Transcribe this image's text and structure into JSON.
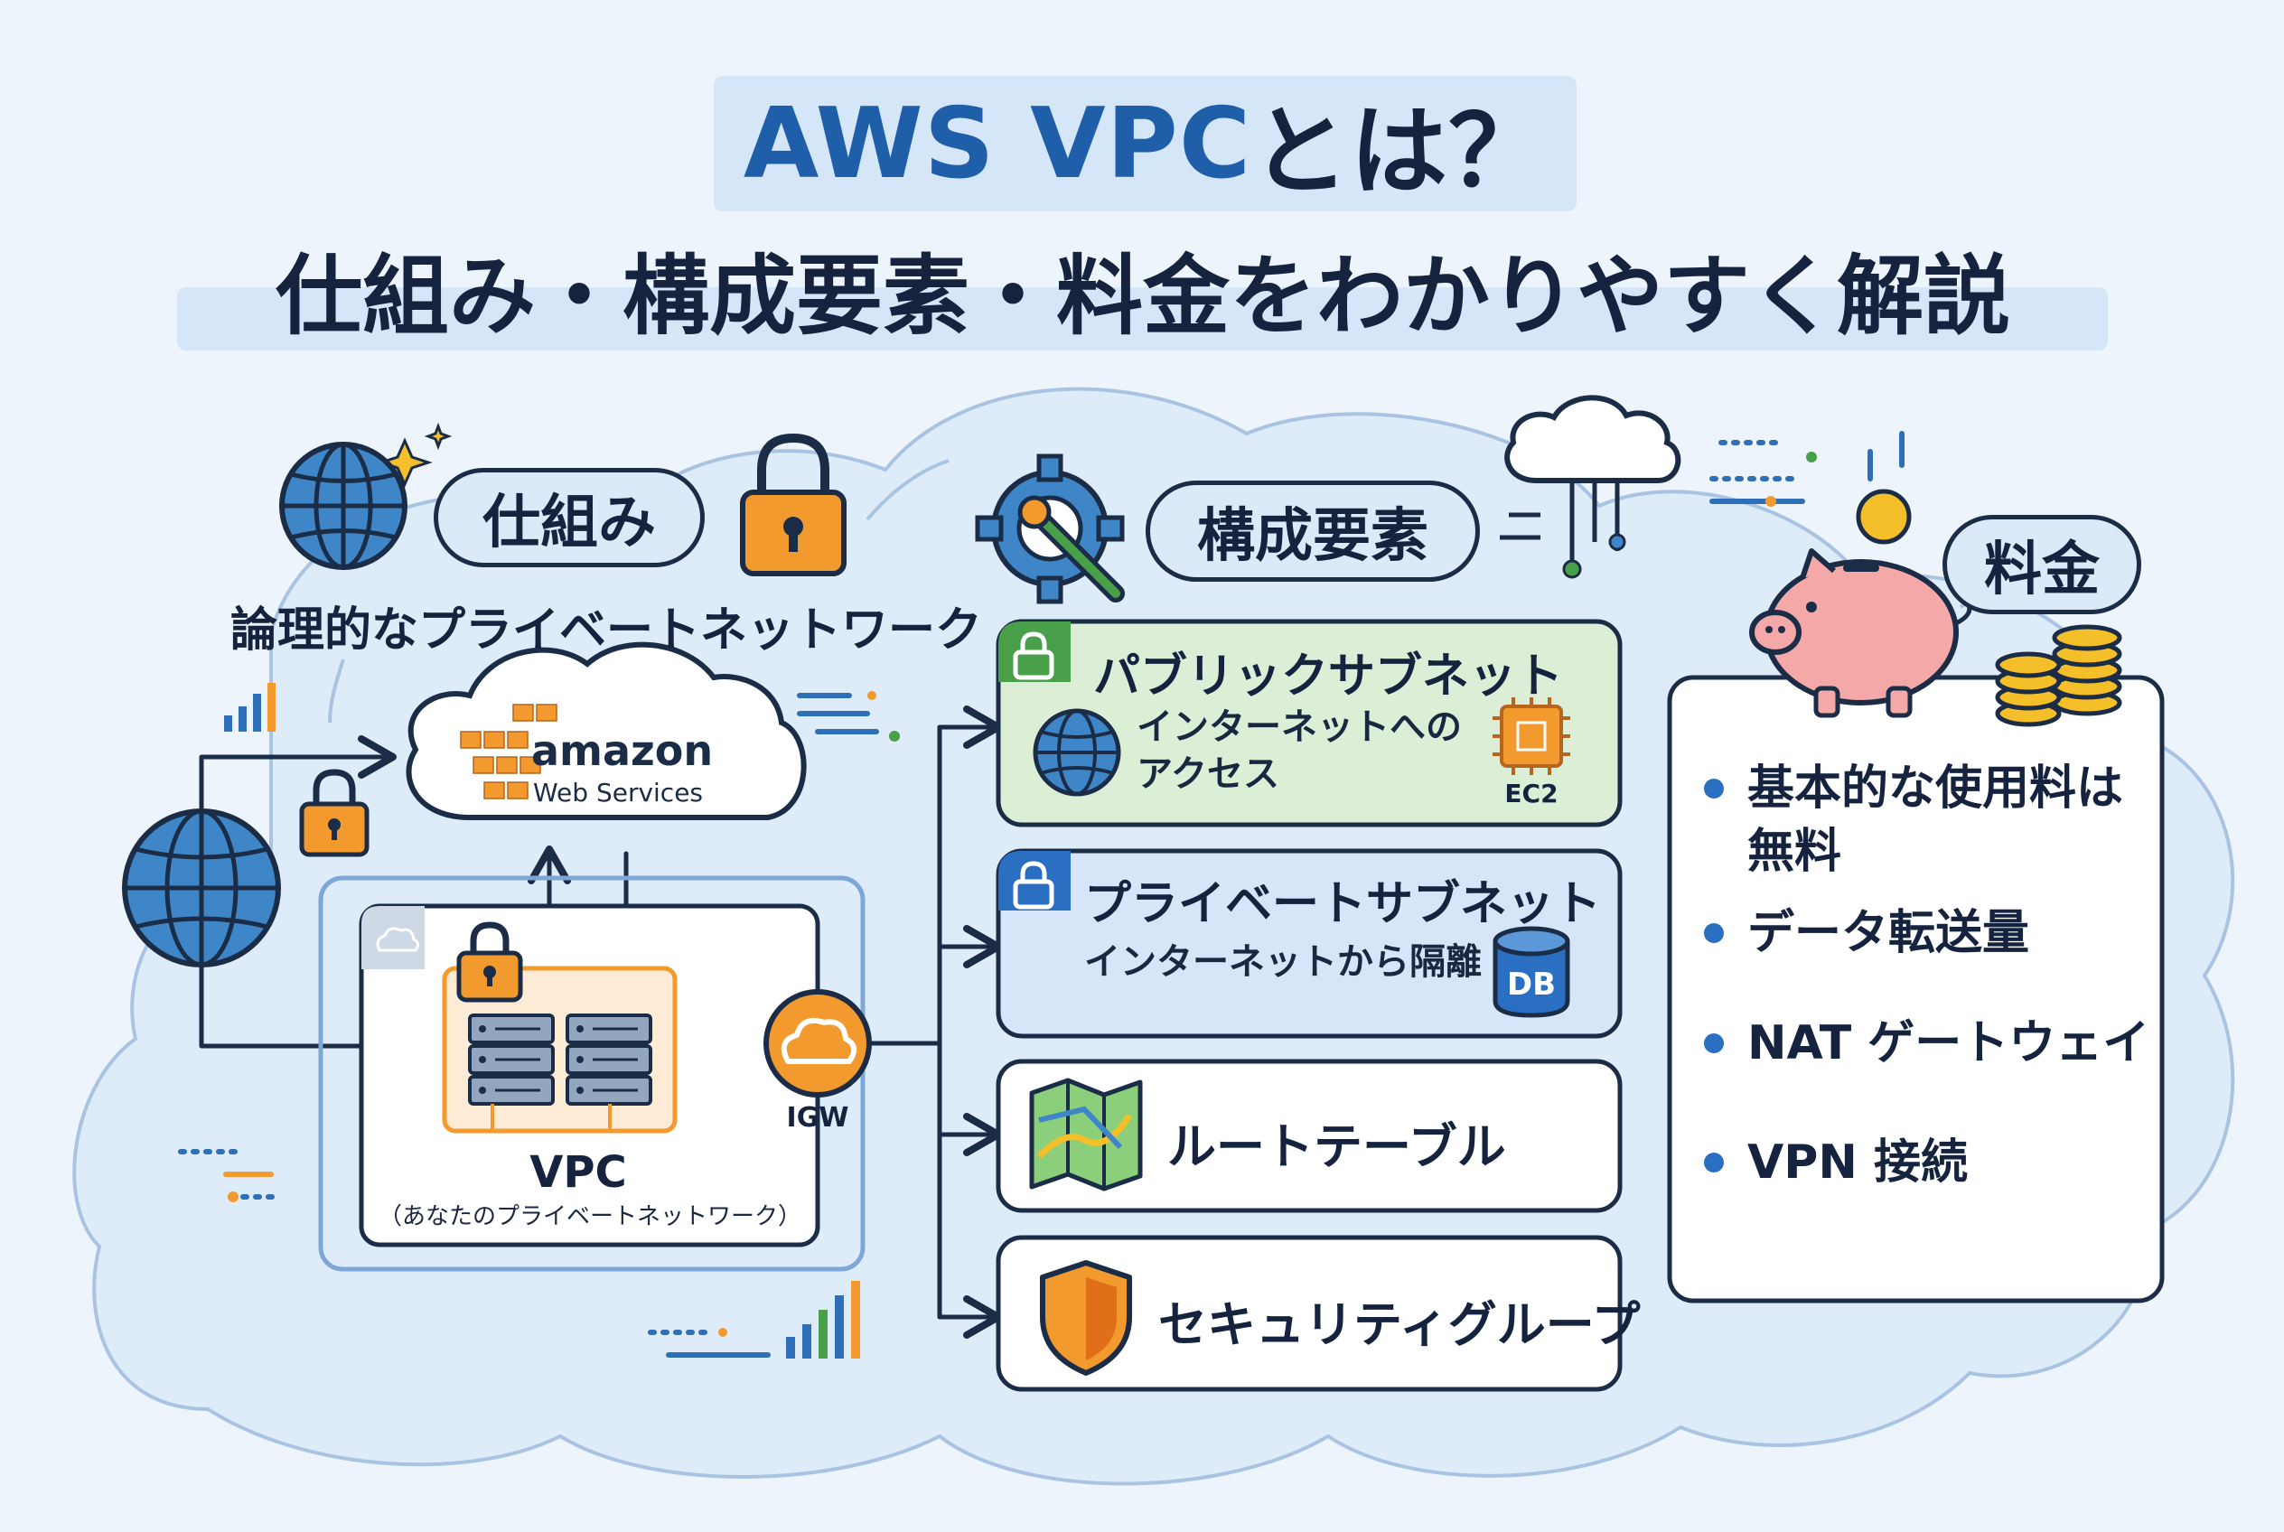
{
  "title": {
    "line1_blue": "AWS VPC",
    "line1_dark": "とは？",
    "line2": "仕組み・構成要素・料金をわかりやすく解説"
  },
  "mechanism": {
    "pill_label": "仕組み",
    "caption": "論理的なプライベートネットワーク",
    "aws_logo_main": "amazon",
    "aws_logo_sub": "Web Services",
    "vpc_label": "VPC",
    "vpc_sub": "（あなたのプライベートネットワーク）",
    "igw_label": "IGW"
  },
  "components": {
    "pill_label": "構成要素",
    "public_subnet": {
      "title": "パブリックサブネット",
      "desc_line1": "インターネットへの",
      "desc_line2": "アクセス",
      "chip_label": "EC2"
    },
    "private_subnet": {
      "title": "プライベートサブネット",
      "desc": "インターネットから隔離",
      "db_label": "DB"
    },
    "route_table": "ルートテーブル",
    "security_group": "セキュリティグループ"
  },
  "pricing": {
    "pill_label": "料金",
    "items": [
      "基本的な使用料は無料",
      "データ転送量",
      "NAT ゲートウェイ",
      "VPN 接続"
    ]
  },
  "colors": {
    "brand_blue": "#1f5ea8",
    "aws_orange": "#f29a2e",
    "outline": "#1b2c47",
    "public_green": "#dcefd6",
    "private_blue": "#d6e6f8",
    "piggy_pink": "#f4a9a8",
    "coin_gold": "#f5bf2a"
  }
}
